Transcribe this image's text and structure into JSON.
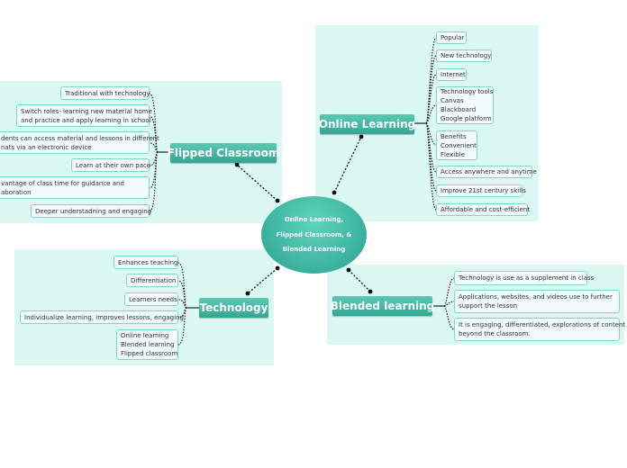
{
  "central": {
    "lines": [
      "Online Learning,",
      "Flipped Classroom, &",
      "Blended Learning"
    ]
  },
  "online_learning": {
    "title": "Online Learning",
    "items": [
      [
        "Popular"
      ],
      [
        "New technology"
      ],
      [
        "Internet"
      ],
      [
        "Technology tools",
        "Canvas",
        "Blackboard",
        "Google platform"
      ],
      [
        "Benefits",
        "Convenient",
        "Flexible"
      ],
      [
        "Access anywhere and anytime"
      ],
      [
        "Improve 21st century skills"
      ],
      [
        "Affordable and cost-efficient"
      ]
    ]
  },
  "flipped_classroom": {
    "title": "Flipped Classroom",
    "items": [
      [
        "Traditional with technology"
      ],
      [
        "Switch roles- learning new material home",
        "and practice and apply learning in school"
      ],
      [
        "dents can access material and lessons in different",
        "nats via an electronic device"
      ],
      [
        "Learn at their own pace"
      ],
      [
        "vantage of class time for guidance and",
        "aboration"
      ],
      [
        "Deeper understadning and engaging"
      ]
    ]
  },
  "technology": {
    "title": "Technology",
    "items": [
      [
        "Enhances teaching"
      ],
      [
        "Differentiation"
      ],
      [
        "Learners needs"
      ],
      [
        "Individualize learning, improves lessons, engaging"
      ],
      [
        "Online learning",
        "Blended learning",
        "Flipped classroom"
      ]
    ]
  },
  "blended_learning": {
    "title": "Blended learning",
    "items": [
      [
        "Technology is use as a supplement in class"
      ],
      [
        "Applications, websites, and videos use to further",
        "support the lesson"
      ],
      [
        "It is engaging, differentiated, explorations of content",
        "beyond the classroom."
      ]
    ]
  },
  "colors": {
    "panel": "#dcf8f2",
    "topic": "#3fb6a2",
    "leaf_border": "#7fd7c7",
    "connector": "#111111"
  }
}
